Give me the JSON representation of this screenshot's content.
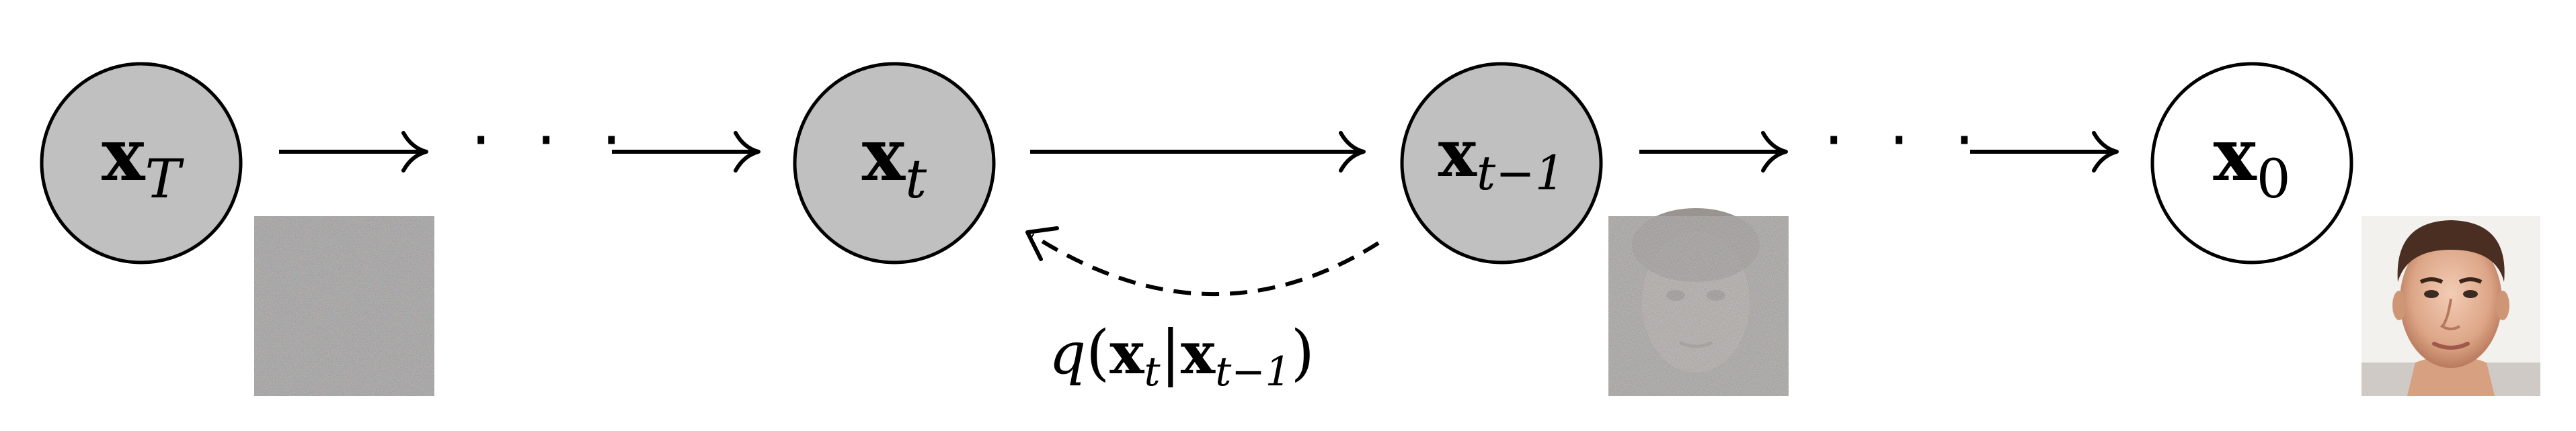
{
  "nodes": {
    "xT": {
      "base": "x",
      "sub": "T",
      "fill": "#c0c0c0"
    },
    "xt": {
      "base": "x",
      "sub": "t",
      "fill": "#c0c0c0"
    },
    "xtm1": {
      "base": "x",
      "sub": "t−1",
      "fill": "#c0c0c0"
    },
    "x0": {
      "base": "x",
      "sub": "0",
      "fill": "#ffffff"
    }
  },
  "ellipsis": "· · ·",
  "reverse_label": {
    "fn": "q",
    "open": "(",
    "base1": "x",
    "sub1": "t",
    "bar": "|",
    "base2": "x",
    "sub2": "t−1",
    "close": ")"
  },
  "images": {
    "noise_T": "pure-noise-image",
    "noise_tm1": "noisy-face-image",
    "clean_0": "clean-face-image"
  }
}
